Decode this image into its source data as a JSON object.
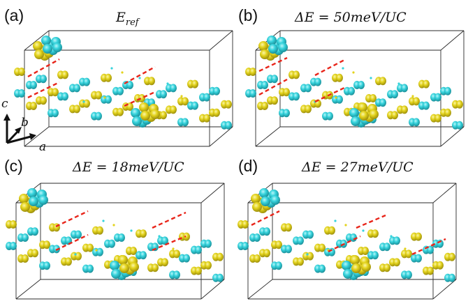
{
  "panels": [
    {
      "letter": "(a)",
      "title": "E_ref",
      "title_main": "E",
      "title_sub": "ref"
    },
    {
      "letter": "(b)",
      "title": "ΔE = 50meV/UC",
      "title_main": "ΔE = 50meV/UC",
      "title_sub": ""
    },
    {
      "letter": "(c)",
      "title": "ΔE = 18meV/UC",
      "title_main": "ΔE = 18meV/UC",
      "title_sub": ""
    },
    {
      "letter": "(d)",
      "title": "ΔE = 27meV/UC",
      "title_main": "ΔE = 27meV/UC",
      "title_sub": ""
    }
  ],
  "axes": {
    "c": "c",
    "b": "b",
    "a": "a"
  },
  "colors": {
    "cyan": "#36d3dc",
    "yellow": "#e3d31d",
    "dash": "#e8251a",
    "box": "#2a2a2a"
  }
}
